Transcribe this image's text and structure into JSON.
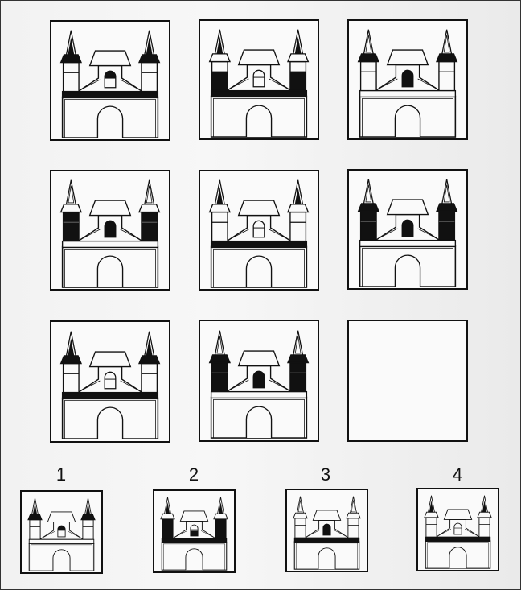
{
  "matrix": [
    {
      "spire": "black",
      "cap": "black",
      "body": "white",
      "band": "black",
      "window": "top-black"
    },
    {
      "spire": "black",
      "cap": "white",
      "body": "lower-black",
      "band": "black",
      "window": "white"
    },
    {
      "spire": "white",
      "cap": "black",
      "body": "white",
      "band": "white",
      "window": "black"
    },
    {
      "spire": "white",
      "cap": "white",
      "body": "black",
      "band": "white",
      "window": "black"
    },
    {
      "spire": "black",
      "cap": "white",
      "body": "white",
      "band": "black",
      "window": "white"
    },
    {
      "spire": "white",
      "cap": "black",
      "body": "black",
      "band": "white",
      "window": "black"
    },
    {
      "spire": "black",
      "cap": "black",
      "body": "white",
      "band": "black",
      "window": "white"
    },
    {
      "spire": "white",
      "cap": "black",
      "body": "black",
      "band": "white",
      "window": "black"
    },
    null
  ],
  "options": [
    {
      "label": "1",
      "spire": "black",
      "cap": "black",
      "body": "white",
      "band": "white",
      "window": "top-black"
    },
    {
      "label": "2",
      "spire": "black",
      "cap": "white",
      "body": "black",
      "band": "black",
      "window": "bottom-black"
    },
    {
      "label": "3",
      "spire": "white",
      "cap": "white",
      "body": "white",
      "band": "black",
      "window": "black"
    },
    {
      "label": "4",
      "spire": "black",
      "cap": "white",
      "body": "white",
      "band": "black",
      "window": "white"
    }
  ]
}
